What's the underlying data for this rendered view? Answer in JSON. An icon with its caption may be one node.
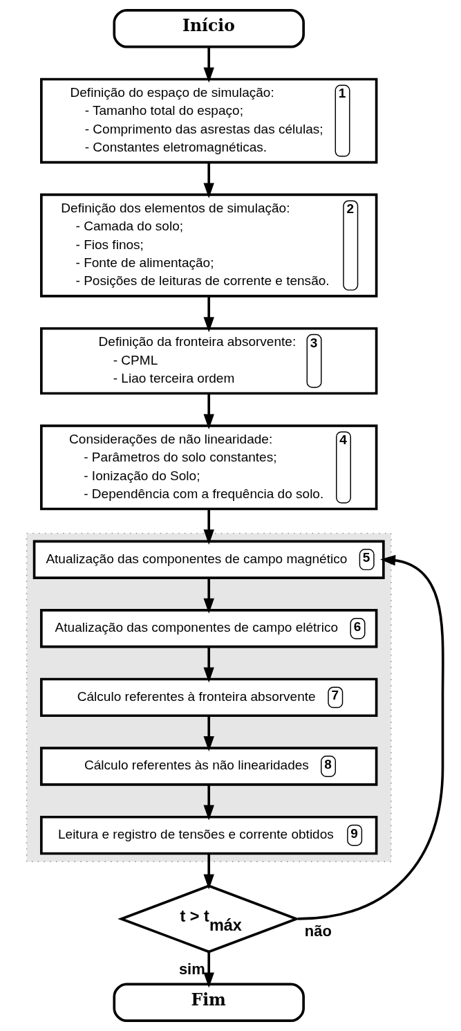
{
  "diagram": {
    "nodes": [
      {
        "text": [
          "Início"
        ]
      },
      {
        "text": [
          "Definição do espaço de simulação:",
          "- Tamanho total do espaço;",
          "- Comprimento das asrestas das células;",
          "- Constantes eletromagnéticas.",
          "1"
        ]
      },
      {
        "text": [
          "Definição dos elementos de simulação:",
          "- Camada do solo;",
          "- Fios finos;",
          "- Fonte de alimentação;",
          "- Posições de leituras de corrente e tensão.",
          "2"
        ]
      },
      {
        "text": [
          "Definição da fronteira absorvente:",
          "- CPML",
          "- Liao terceira ordem",
          "3"
        ]
      },
      {
        "text": [
          "Considerações de não linearidade:",
          "- Parâmetros do solo constantes;",
          "- Ionização do Solo;",
          "- Dependência com a frequência do solo.",
          "4"
        ]
      },
      {
        "text": [],
        "shape": "box"
      },
      {
        "text": [
          "Atualização das componentes de campo magnético",
          "5"
        ],
        "in": 5
      },
      {
        "text": [
          "Atualização das componentes de campo elétrico",
          "6"
        ],
        "in": 5
      },
      {
        "text": [
          "Cálculo referentes à fronteira absorvente",
          "7"
        ],
        "in": 5
      },
      {
        "text": [
          "Cálculo referentes às não linearidades",
          "8"
        ],
        "in": 5
      },
      {
        "text": [
          "Leitura e registro de tensões e corrente obtidos",
          "9"
        ],
        "in": 5
      },
      {
        "text": [
          "t > t$_{máx}$"
        ]
      },
      {
        "text": [
          "Fim"
        ]
      }
    ],
    "edges": [
      {
        "from": 0,
        "to": 1,
        "arrow": "to"
      },
      {
        "from": 1,
        "to": 2,
        "arrow": "to"
      },
      {
        "from": 2,
        "to": 3,
        "arrow": "to"
      },
      {
        "from": 3,
        "to": 4,
        "arrow": "to"
      },
      {
        "from": 4,
        "to": 6,
        "arrow": "to"
      },
      {
        "from": 6,
        "to": 7,
        "arrow": "to"
      },
      {
        "from": 7,
        "to": 8,
        "arrow": "to"
      },
      {
        "from": 8,
        "to": 9,
        "arrow": "to"
      },
      {
        "from": 9,
        "to": 10,
        "arrow": "to"
      },
      {
        "from": 10,
        "to": 11,
        "arrow": "to"
      },
      {
        "from": 11,
        "to": 6,
        "label": "não",
        "arrow": "to"
      },
      {
        "from": 11,
        "to": 12,
        "label": "sim",
        "arrow": "to"
      }
    ]
  }
}
